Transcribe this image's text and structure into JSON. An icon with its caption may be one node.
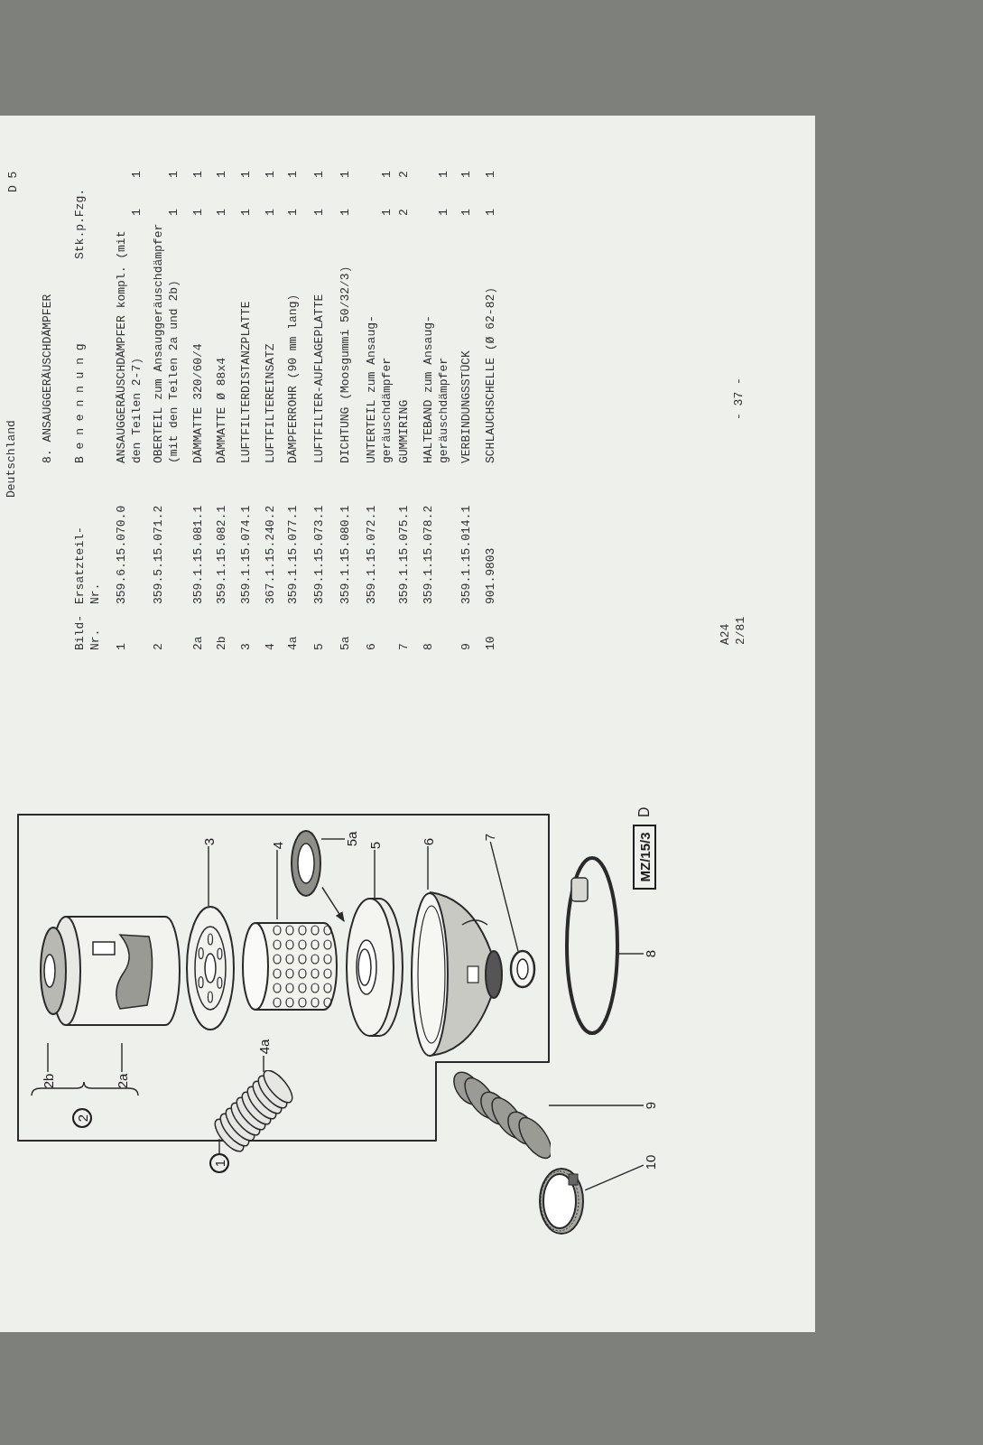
{
  "diagram": {
    "nodes": [
      {
        "text": [],
        "shape": "box"
      },
      {
        "text": [
          "2b"
        ],
        "in": 0
      },
      {
        "text": [
          "2a"
        ],
        "in": 0
      },
      {
        "text": [
          "2"
        ],
        "in": 0
      },
      {
        "text": [
          "3"
        ],
        "in": 0
      },
      {
        "text": [
          "4"
        ],
        "in": 0
      },
      {
        "text": [
          "5a"
        ],
        "in": 0
      },
      {
        "text": [
          "5"
        ],
        "in": 0
      },
      {
        "text": [
          "6"
        ],
        "in": 0
      },
      {
        "text": [
          "7"
        ],
        "in": 0
      },
      {
        "text": [
          "4a"
        ],
        "in": 0
      },
      {
        "text": [
          "1"
        ]
      },
      {
        "text": [
          "8"
        ]
      },
      {
        "text": [
          "9"
        ]
      },
      {
        "text": [
          "10"
        ]
      },
      {
        "text": [],
        "shape": "picture",
        "in": 0
      },
      {
        "text": [],
        "shape": "picture",
        "in": 0
      },
      {
        "text": [],
        "shape": "picture",
        "in": 0
      },
      {
        "text": [],
        "shape": "picture",
        "in": 0
      },
      {
        "text": [],
        "shape": "picture",
        "in": 0
      },
      {
        "text": [],
        "shape": "picture",
        "in": 0
      },
      {
        "text": [],
        "shape": "picture",
        "in": 0
      },
      {
        "text": [],
        "shape": "picture",
        "in": 0
      },
      {
        "text": [],
        "shape": "picture"
      },
      {
        "text": [],
        "shape": "picture"
      },
      {
        "text": [],
        "shape": "picture"
      },
      {
        "text": [
          "MZ/15/3"
        ],
        "beside": [
          "D"
        ]
      }
    ],
    "edges": [
      {
        "from": 1,
        "to": 15,
        "arrow": "none"
      },
      {
        "from": 2,
        "to": 15,
        "arrow": "none"
      },
      {
        "from": 4,
        "to": 16,
        "arrow": "none"
      },
      {
        "from": 5,
        "to": 17,
        "arrow": "none"
      },
      {
        "from": 6,
        "to": 18,
        "arrow": "none"
      },
      {
        "from": 18,
        "to": 19,
        "arrow": "to"
      },
      {
        "from": 7,
        "to": 19,
        "arrow": "none"
      },
      {
        "from": 8,
        "to": 20,
        "arrow": "none"
      },
      {
        "from": 9,
        "to": 21,
        "arrow": "none"
      },
      {
        "from": 10,
        "to": 22,
        "arrow": "none"
      },
      {
        "from": 11,
        "to": 0,
        "arrow": "none"
      },
      {
        "from": 12,
        "to": 23,
        "arrow": "none"
      },
      {
        "from": 13,
        "to": 24,
        "arrow": "none"
      },
      {
        "from": 14,
        "to": 25,
        "arrow": "none"
      }
    ],
    "labels": [
      "Deutschland",
      "D 5",
      "8. ANSAUGGERÄUSCHDÄMPFER",
      "Bild- Nr.",
      "Ersatzteil- Nr.",
      "B e n e n n u n g",
      "Stk.p.Fzg.",
      "1",
      "359.6.15.070.0",
      "ANSAUGGERÄUSCHDÄMPFER kompl. (mit den Teilen 2-7)",
      "1",
      "1",
      "2",
      "359.5.15.071.2",
      "OBERTEIL zum Ansauggeräuschdämpfer (mit den Teilen 2a und 2b)",
      "1",
      "1",
      "2a",
      "359.1.15.081.1",
      "DÄMMATTE 320/60/4",
      "1",
      "1",
      "2b",
      "359.1.15.082.1",
      "DÄMMATTE Ø 88x4",
      "1",
      "1",
      "3",
      "359.1.15.074.1",
      "LUFTFILTERDISTANZPLATTE",
      "1",
      "1",
      "4",
      "367.1.15.240.2",
      "LUFTFILTEREINSATZ",
      "1",
      "1",
      "4a",
      "359.1.15.077.1",
      "DÄMPFERROHR (90 mm lang)",
      "1",
      "1",
      "5",
      "359.1.15.073.1",
      "LUFTFILTER-AUFLAGEPLATTE",
      "1",
      "1",
      "5a",
      "359.1.15.080.1",
      "DICHTUNG (Moosgummi 50/32/3)",
      "1",
      "1",
      "6",
      "359.1.15.072.1",
      "UNTERTEIL zum Ansaug- geräuschdämpfer",
      "1",
      "1",
      "7",
      "359.1.15.075.1",
      "GUMMIRING",
      "2",
      "2",
      "8",
      "359.1.15.078.2",
      "HALTEBAND zum Ansaug- geräuschdämpfer",
      "1",
      "1",
      "9",
      "359.1.15.014.1",
      "VERBINDUNGSSTÜCK",
      "1",
      "1",
      "10",
      "901.9803",
      "SCHLAUCHSCHELLE (Ø 62-82)",
      "1",
      "1",
      "A24 2/81",
      "- 37 -"
    ]
  }
}
